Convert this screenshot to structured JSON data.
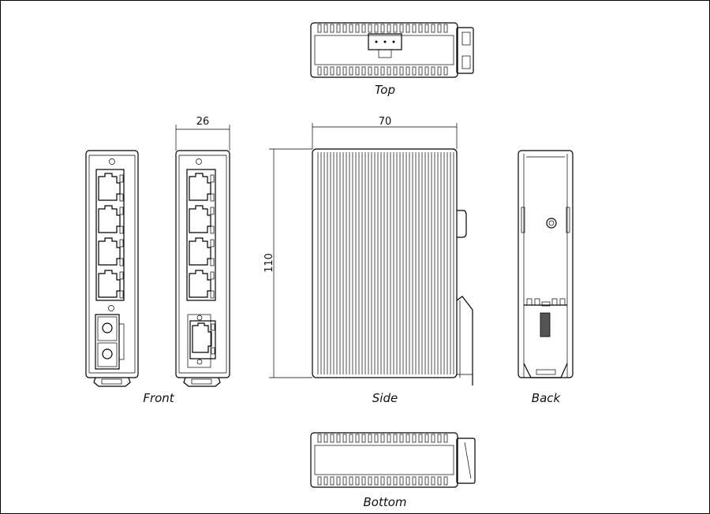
{
  "views": {
    "top": "Top",
    "front": "Front",
    "side": "Side",
    "back": "Back",
    "bottom": "Bottom"
  },
  "dimensions": {
    "width": "26",
    "depth": "70",
    "height": "110"
  },
  "front_panel": {
    "rj45_ports_main": 4,
    "rj45_ports_lower": 1
  }
}
